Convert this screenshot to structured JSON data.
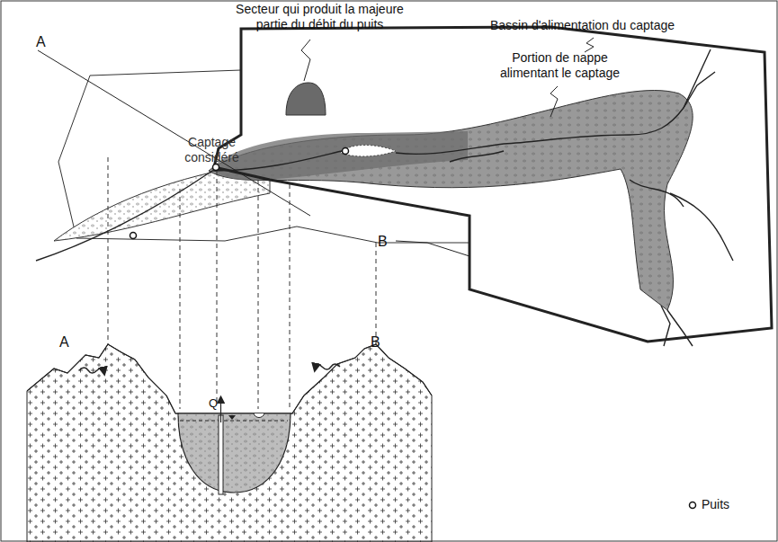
{
  "diagram": {
    "labels": [
      "Secteur qui produit la majeure partie du débit du puits",
      "Bassin d'alimentation du captage",
      "Portion de nappe alimentant le captage",
      "Captage considéré",
      "A",
      "B",
      "A",
      "B",
      "Q"
    ],
    "legend": [
      {
        "text": "Puits"
      }
    ]
  }
}
